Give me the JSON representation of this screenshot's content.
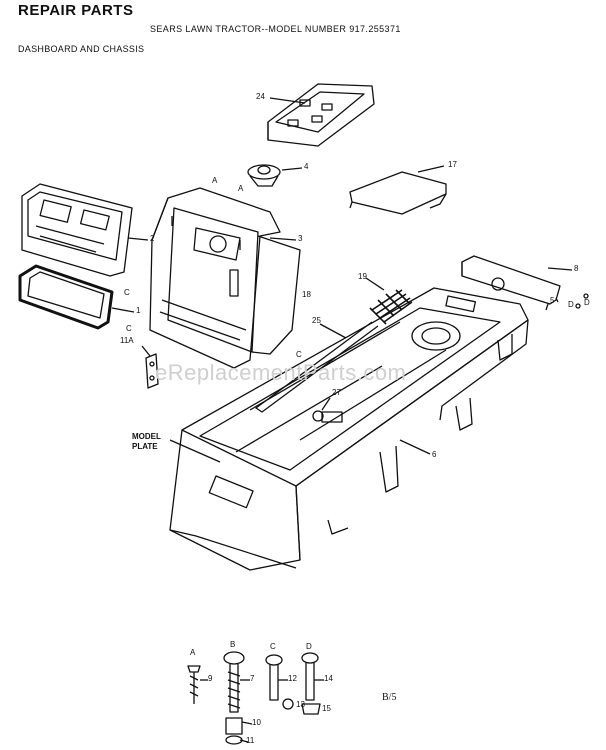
{
  "header": {
    "title": "REPAIR PARTS",
    "subtitle": "SEARS LAWN TRACTOR--MODEL NUMBER 917.255371",
    "section": "DASHBOARD AND CHASSIS"
  },
  "labels": {
    "l24": "24",
    "l4": "4",
    "l17": "17",
    "l2": "2",
    "l3": "3",
    "l8": "8",
    "l19": "19",
    "l18": "18",
    "l1": "1",
    "l25": "25",
    "l11a": "11A",
    "l27": "27",
    "l5": "5",
    "l6": "6",
    "lA1": "A",
    "lA2": "A",
    "lC1": "C",
    "lC2": "C",
    "lC3": "C",
    "lD1": "D",
    "lD2": "D",
    "model_plate": "MODEL PLATE"
  },
  "hardware": {
    "A": "A",
    "B": "B",
    "C": "C",
    "D": "D",
    "n9": "9",
    "n7": "7",
    "n12": "12",
    "n14": "14",
    "n10": "10",
    "n11": "11",
    "n13": "13",
    "n15": "15"
  },
  "footer": {
    "page_ref": "B/5"
  },
  "watermark": "eReplacementParts.com"
}
